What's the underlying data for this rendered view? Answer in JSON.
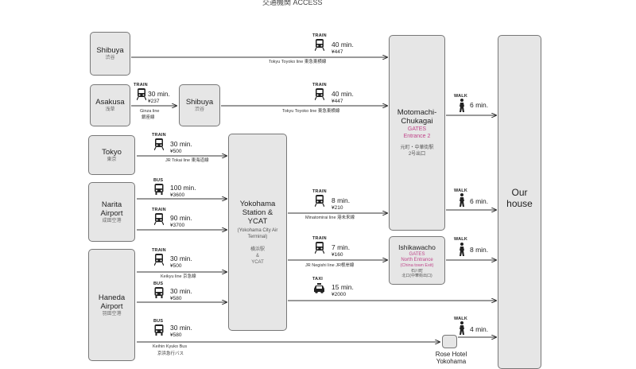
{
  "header": {
    "text": "交通機関 ACCESS"
  },
  "stations": {
    "shibuya1": {
      "name": "Shibuya",
      "jp": "渋谷"
    },
    "asakusa": {
      "name": "Asakusa",
      "jp": "浅草"
    },
    "shibuya2": {
      "name": "Shibuya",
      "jp": "渋谷"
    },
    "tokyo": {
      "name": "Tokyo",
      "jp": "東京"
    },
    "narita": {
      "name": "Narita Airport",
      "jp": "成田空港"
    },
    "haneda": {
      "name": "Haneda Airport",
      "jp": "羽田空港"
    },
    "yokohama": {
      "name": "Yokohama Station & YCAT",
      "sub": "(Yokohama City Air Terminal)",
      "jp1": "横浜駅",
      "jp2": "&",
      "jp3": "YCAT"
    },
    "motomachi": {
      "name": "Motomachi-Chukagai",
      "gates": "GATES",
      "entrance": "Entrance 2",
      "jp1": "元町・中華街駅",
      "jp2": "2号出口"
    },
    "ishikawacho": {
      "name": "Ishikawacho",
      "gates": "GATES",
      "entrance": "North Entrance",
      "entrance2": "(China town Exit)",
      "jp1": "石川町",
      "jp2": "北口(中華街出口)"
    },
    "rosehotel": {
      "name": "Rose Hotel Yokohama"
    },
    "ourhouse": {
      "name": "Our house"
    }
  },
  "routes": {
    "r1": {
      "mode": "TRAIN",
      "duration": "40 min.",
      "fare": "¥447",
      "line": "Tokyu Toyoko line  東急東横線"
    },
    "r2": {
      "mode": "TRAIN",
      "duration": "30 min.",
      "fare": "¥237",
      "line": "Ginza line",
      "line_jp": "銀座線"
    },
    "r3": {
      "mode": "TRAIN",
      "duration": "40 min.",
      "fare": "¥447",
      "line": "Tokyu Toyoko line  東急東横線"
    },
    "r4": {
      "mode": "TRAIN",
      "duration": "30 min.",
      "fare": "¥500",
      "line": "JR Tokai line  東海道線"
    },
    "r5": {
      "mode": "BUS",
      "duration": "100 min.",
      "fare": "¥3600"
    },
    "r6": {
      "mode": "TRAIN",
      "duration": "90 min.",
      "fare": "¥3700"
    },
    "r7": {
      "mode": "TRAIN",
      "duration": "30 min.",
      "fare": "¥500",
      "line": "Keikyu line  京急線"
    },
    "r8": {
      "mode": "BUS",
      "duration": "30 min.",
      "fare": "¥580"
    },
    "r9": {
      "mode": "BUS",
      "duration": "30 min.",
      "fare": "¥580",
      "line": "Keihin Kyuko Bus",
      "line_jp": "京浜急行バス"
    },
    "r10": {
      "mode": "TRAIN",
      "duration": "8 min.",
      "fare": "¥210",
      "line": "Minatomirai line  港未来線"
    },
    "r11": {
      "mode": "TRAIN",
      "duration": "7 min.",
      "fare": "¥160",
      "line": "JR Negishi line  JR根岸線"
    },
    "r12": {
      "mode": "TAXI",
      "duration": "15 min.",
      "fare": "¥2000"
    },
    "w1": {
      "mode": "WALK",
      "duration": "6 min."
    },
    "w2": {
      "mode": "WALK",
      "duration": "6 min."
    },
    "w3": {
      "mode": "WALK",
      "duration": "8 min."
    },
    "w4": {
      "mode": "WALK",
      "duration": "4 min."
    }
  }
}
